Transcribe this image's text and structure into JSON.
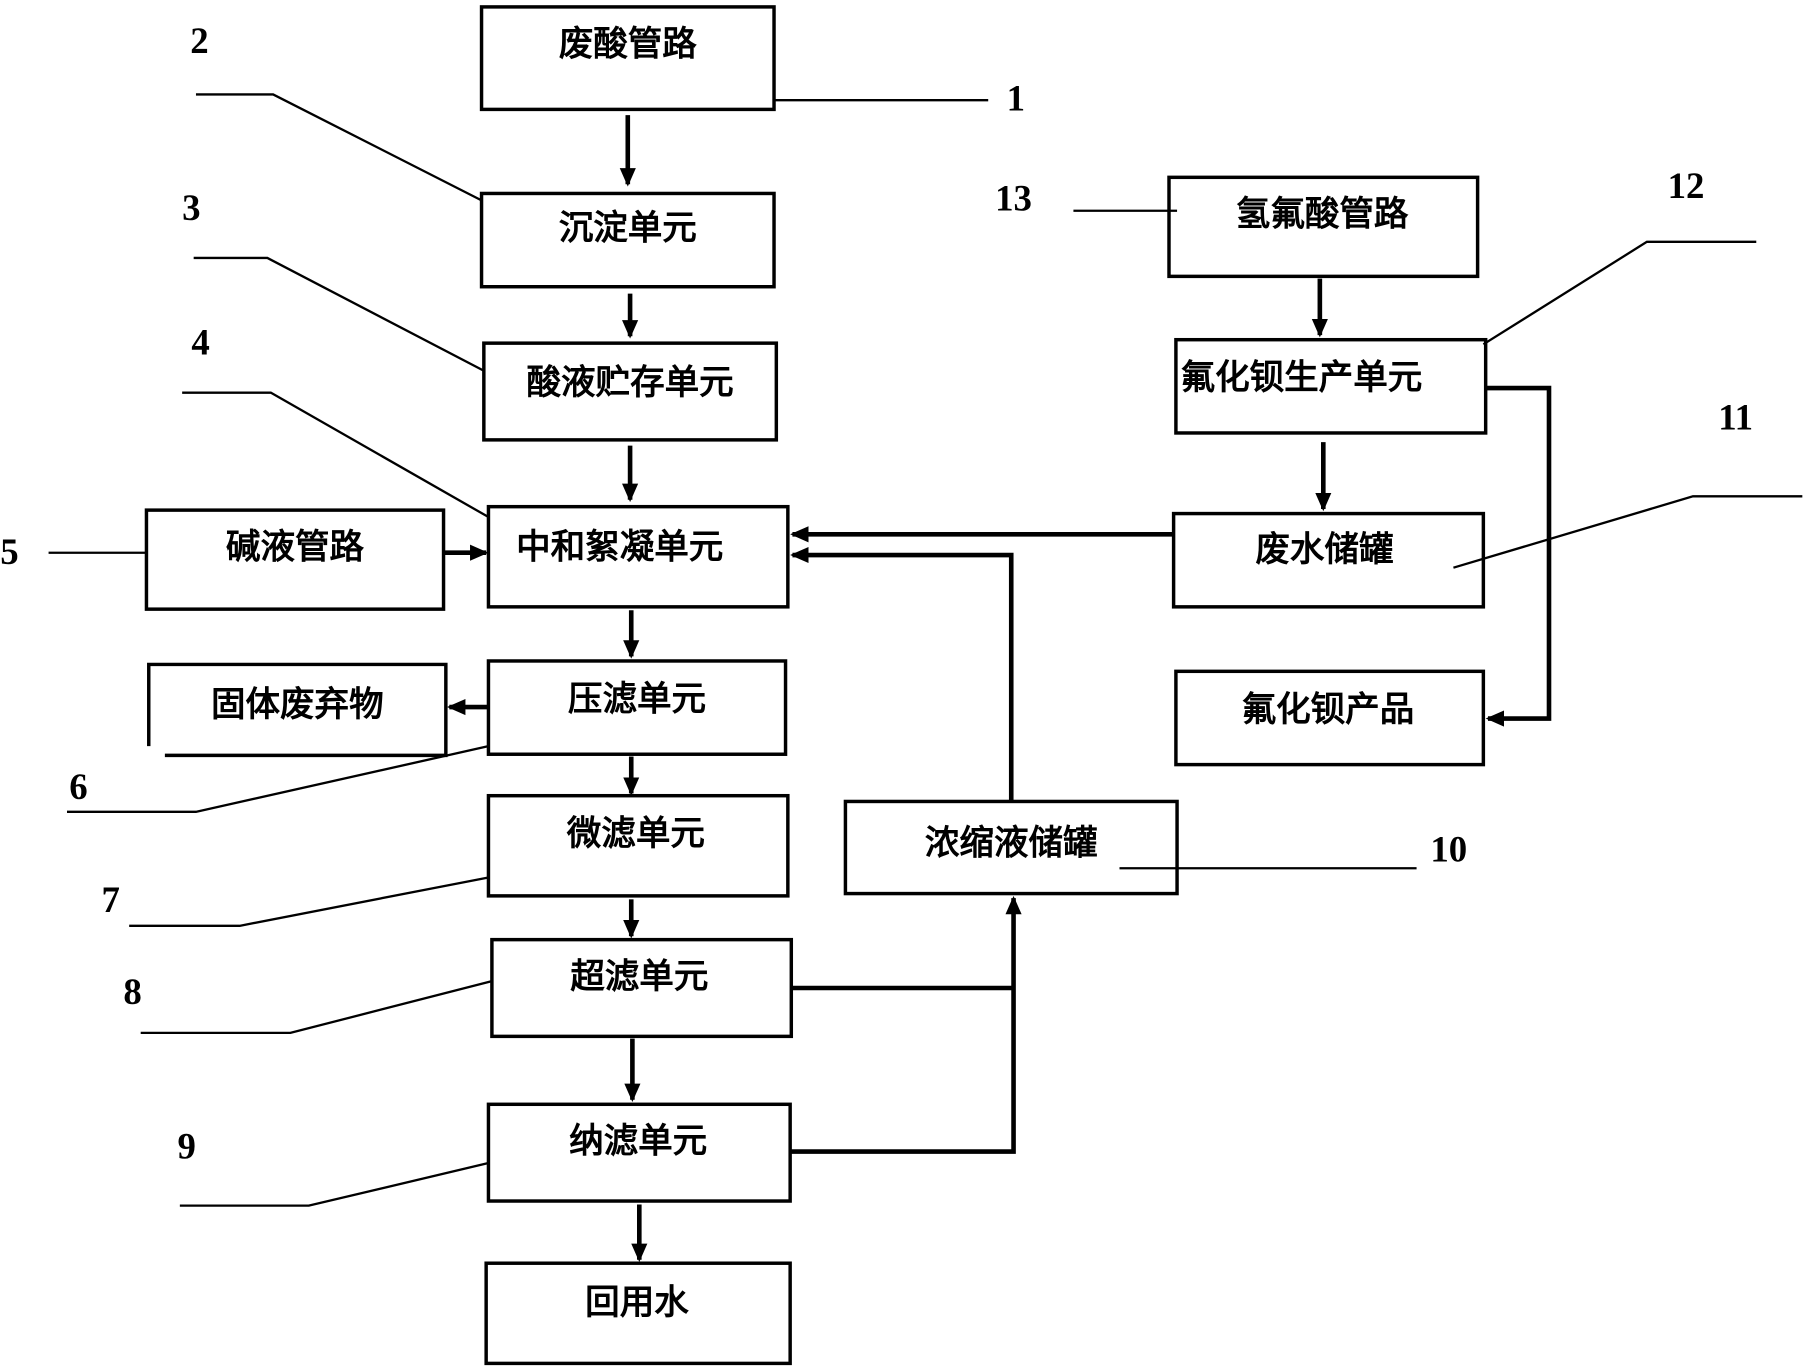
{
  "diagram": {
    "type": "process-flow",
    "boxes": {
      "waste_acid_pipe": "废酸管路",
      "sedimentation_unit": "沉淀单元",
      "acid_storage_unit": "酸液贮存单元",
      "neutralization_flocculation_unit": "中和絮凝单元",
      "alkali_pipe": "碱液管路",
      "filter_press_unit": "压滤单元",
      "solid_waste": "固体废弃物",
      "microfiltration_unit": "微滤单元",
      "ultrafiltration_unit": "超滤单元",
      "nanofiltration_unit": "纳滤单元",
      "reclaimed_water": "回用水",
      "concentrate_tank": "浓缩液储罐",
      "hydrofluoric_acid_pipe": "氢氟酸管路",
      "barium_fluoride_production_unit": "氟化钡生产单元",
      "wastewater_tank": "废水储罐",
      "barium_fluoride_product": "氟化钡产品"
    },
    "reference_numbers": {
      "n1": "1",
      "n2": "2",
      "n3": "3",
      "n4": "4",
      "n5": "5",
      "n6": "6",
      "n7": "7",
      "n8": "8",
      "n9": "9",
      "n10": "10",
      "n11": "11",
      "n12": "12",
      "n13": "13"
    },
    "edges": [
      [
        "waste_acid_pipe",
        "sedimentation_unit"
      ],
      [
        "sedimentation_unit",
        "acid_storage_unit"
      ],
      [
        "acid_storage_unit",
        "neutralization_flocculation_unit"
      ],
      [
        "alkali_pipe",
        "neutralization_flocculation_unit"
      ],
      [
        "neutralization_flocculation_unit",
        "filter_press_unit"
      ],
      [
        "filter_press_unit",
        "solid_waste"
      ],
      [
        "filter_press_unit",
        "microfiltration_unit"
      ],
      [
        "microfiltration_unit",
        "ultrafiltration_unit"
      ],
      [
        "ultrafiltration_unit",
        "nanofiltration_unit"
      ],
      [
        "nanofiltration_unit",
        "reclaimed_water"
      ],
      [
        "ultrafiltration_unit",
        "concentrate_tank"
      ],
      [
        "nanofiltration_unit",
        "concentrate_tank"
      ],
      [
        "concentrate_tank",
        "neutralization_flocculation_unit"
      ],
      [
        "hydrofluoric_acid_pipe",
        "barium_fluoride_production_unit"
      ],
      [
        "barium_fluoride_production_unit",
        "wastewater_tank"
      ],
      [
        "barium_fluoride_production_unit",
        "barium_fluoride_product"
      ],
      [
        "wastewater_tank",
        "neutralization_flocculation_unit"
      ]
    ]
  }
}
